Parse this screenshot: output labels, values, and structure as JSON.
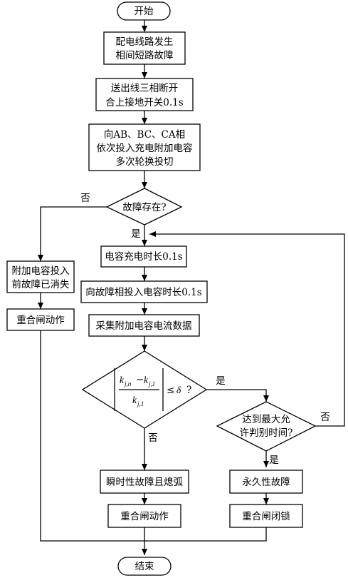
{
  "nodes": {
    "start": "开始",
    "fault1": "配电线路发生",
    "fault2": "相间短路故障",
    "ground1": "送出线三相断开",
    "ground2": "合上接地开关0.1s",
    "cap1": "向AB、BC、CA相",
    "cap2": "依次投入充电附加电容",
    "cap3": "多次轮换投切",
    "exists": "故障存在?",
    "gone1": "附加电容投入",
    "gone2": "前故障已消失",
    "reclose_left": "重合闸动作",
    "charge": "电容充电时长0.1s",
    "inject": "向故障相投入电容时长0.1s",
    "collect": "采集附加电容电流数据",
    "maxtime1": "达到最大允",
    "maxtime2": "许判别时间?",
    "transient": "瞬时性故障且熄弧",
    "reclose_mid": "重合闸动作",
    "permanent": "永久性故障",
    "lock": "重合闸闭锁",
    "end": "结束"
  },
  "labels": {
    "no": "否",
    "yes": "是"
  },
  "formula": {
    "k": "k",
    "sub_top_left": "j,n",
    "sub_top_right": "j,1",
    "sub_bottom": "j,1",
    "minus": "−",
    "le": "≤",
    "delta": "δ",
    "q": "?"
  }
}
